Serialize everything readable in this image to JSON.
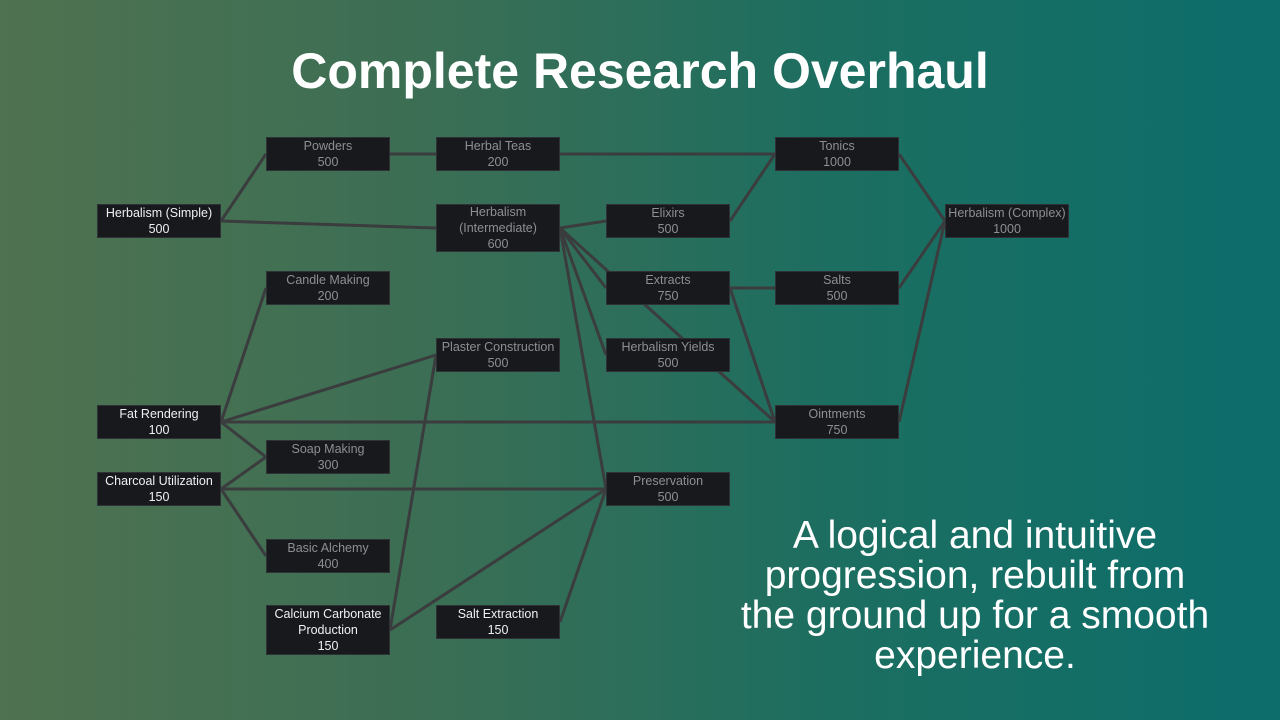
{
  "title": "Complete Research Overhaul",
  "tagline": "A logical and intuitive progression, rebuilt from the ground up for a smooth experience.",
  "nodes": [
    {
      "id": "powders",
      "name": "Powders",
      "cost": "500",
      "unlocked": false
    },
    {
      "id": "herbal_teas",
      "name": "Herbal Teas",
      "cost": "200",
      "unlocked": false
    },
    {
      "id": "tonics",
      "name": "Tonics",
      "cost": "1000",
      "unlocked": false
    },
    {
      "id": "herbalism_simple",
      "name": "Herbalism (Simple)",
      "cost": "500",
      "unlocked": true
    },
    {
      "id": "herbalism_intermediate",
      "name": "Herbalism (Intermediate)",
      "cost": "600",
      "unlocked": false
    },
    {
      "id": "elixirs",
      "name": "Elixirs",
      "cost": "500",
      "unlocked": false
    },
    {
      "id": "herbalism_complex",
      "name": "Herbalism (Complex)",
      "cost": "1000",
      "unlocked": false
    },
    {
      "id": "candle_making",
      "name": "Candle Making",
      "cost": "200",
      "unlocked": false
    },
    {
      "id": "extracts",
      "name": "Extracts",
      "cost": "750",
      "unlocked": false
    },
    {
      "id": "salts",
      "name": "Salts",
      "cost": "500",
      "unlocked": false
    },
    {
      "id": "plaster_construction",
      "name": "Plaster Construction",
      "cost": "500",
      "unlocked": false
    },
    {
      "id": "herbalism_yields",
      "name": "Herbalism Yields",
      "cost": "500",
      "unlocked": false
    },
    {
      "id": "fat_rendering",
      "name": "Fat Rendering",
      "cost": "100",
      "unlocked": true
    },
    {
      "id": "ointments",
      "name": "Ointments",
      "cost": "750",
      "unlocked": false
    },
    {
      "id": "soap_making",
      "name": "Soap Making",
      "cost": "300",
      "unlocked": false
    },
    {
      "id": "charcoal_utilization",
      "name": "Charcoal Utilization",
      "cost": "150",
      "unlocked": true
    },
    {
      "id": "preservation",
      "name": "Preservation",
      "cost": "500",
      "unlocked": false
    },
    {
      "id": "basic_alchemy",
      "name": "Basic Alchemy",
      "cost": "400",
      "unlocked": false
    },
    {
      "id": "calcium_carbonate",
      "name": "Calcium Carbonate Production",
      "cost": "150",
      "unlocked": true
    },
    {
      "id": "salt_extraction",
      "name": "Salt Extraction",
      "cost": "150",
      "unlocked": true
    }
  ],
  "edges": [
    [
      "herbalism_simple",
      "powders"
    ],
    [
      "herbalism_simple",
      "herbalism_intermediate"
    ],
    [
      "powders",
      "herbal_teas"
    ],
    [
      "herbal_teas",
      "tonics"
    ],
    [
      "herbalism_intermediate",
      "elixirs"
    ],
    [
      "herbalism_intermediate",
      "extracts"
    ],
    [
      "herbalism_intermediate",
      "herbalism_yields"
    ],
    [
      "herbalism_intermediate",
      "preservation"
    ],
    [
      "herbalism_intermediate",
      "ointments"
    ],
    [
      "elixirs",
      "tonics"
    ],
    [
      "tonics",
      "herbalism_complex"
    ],
    [
      "salts",
      "herbalism_complex"
    ],
    [
      "ointments",
      "herbalism_complex"
    ],
    [
      "extracts",
      "salts"
    ],
    [
      "extracts",
      "ointments"
    ],
    [
      "fat_rendering",
      "candle_making"
    ],
    [
      "fat_rendering",
      "plaster_construction"
    ],
    [
      "fat_rendering",
      "ointments"
    ],
    [
      "fat_rendering",
      "soap_making"
    ],
    [
      "charcoal_utilization",
      "soap_making"
    ],
    [
      "charcoal_utilization",
      "preservation"
    ],
    [
      "charcoal_utilization",
      "basic_alchemy"
    ],
    [
      "calcium_carbonate",
      "plaster_construction"
    ],
    [
      "calcium_carbonate",
      "preservation"
    ],
    [
      "salt_extraction",
      "preservation"
    ]
  ]
}
